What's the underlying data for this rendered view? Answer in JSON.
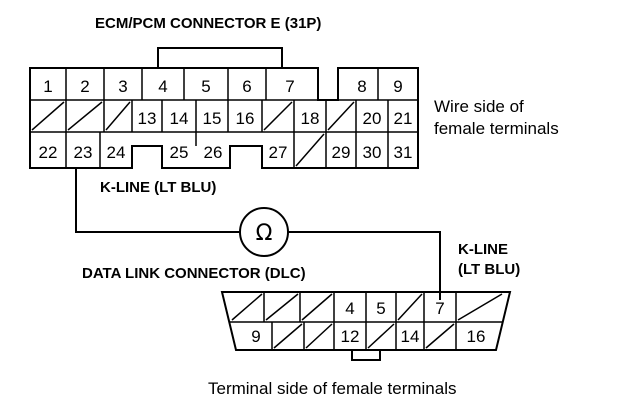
{
  "labels": {
    "ecm_title": "ECM/PCM CONNECTOR E (31P)",
    "wire_side_line1": "Wire side of",
    "wire_side_line2": "female terminals",
    "kline_left": "K-LINE (LT BLU)",
    "ohm_symbol": "Ω",
    "dlc_title": "DATA LINK CONNECTOR (DLC)",
    "kline_right_line1": "K-LINE",
    "kline_right_line2": "(LT BLU)",
    "terminal_side": "Terminal side of female terminals"
  },
  "ecm_pins": {
    "row1": [
      "1",
      "2",
      "3",
      "4",
      "5",
      "6",
      "7",
      "",
      "8",
      "9"
    ],
    "row2": [
      "",
      "",
      "",
      "13",
      "14",
      "15",
      "16",
      "",
      "18",
      "",
      "20",
      "21"
    ],
    "row3": [
      "22",
      "23",
      "24",
      "",
      "25",
      "26",
      "",
      "27",
      "",
      "29",
      "30",
      "31"
    ]
  },
  "dlc_pins": {
    "row1": [
      "",
      "",
      "",
      "",
      "4",
      "5",
      "",
      "7"
    ],
    "row2": [
      "9",
      "",
      "",
      "12",
      "",
      "14",
      "",
      "16"
    ]
  }
}
